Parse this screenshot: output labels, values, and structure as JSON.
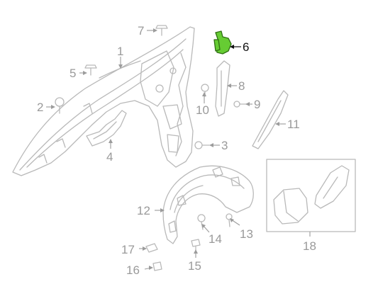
{
  "callouts": [
    {
      "id": "c1",
      "text": "1"
    },
    {
      "id": "c2",
      "text": "2"
    },
    {
      "id": "c3",
      "text": "3"
    },
    {
      "id": "c4",
      "text": "4"
    },
    {
      "id": "c5",
      "text": "5"
    },
    {
      "id": "c6",
      "text": "6",
      "highlighted": true
    },
    {
      "id": "c7",
      "text": "7"
    },
    {
      "id": "c8",
      "text": "8"
    },
    {
      "id": "c9",
      "text": "9"
    },
    {
      "id": "c10",
      "text": "10"
    },
    {
      "id": "c11",
      "text": "11"
    },
    {
      "id": "c12",
      "text": "12"
    },
    {
      "id": "c13",
      "text": "13"
    },
    {
      "id": "c14",
      "text": "14"
    },
    {
      "id": "c15",
      "text": "15"
    },
    {
      "id": "c16",
      "text": "16"
    },
    {
      "id": "c17",
      "text": "17"
    },
    {
      "id": "c18",
      "text": "18"
    }
  ],
  "colors": {
    "highlight_fill": "#66cc33",
    "highlight_stroke": "#2f6f12",
    "part_stroke": "#b9b9b9",
    "label_gray": "#9a9a9a",
    "label_highlight": "#111111"
  }
}
